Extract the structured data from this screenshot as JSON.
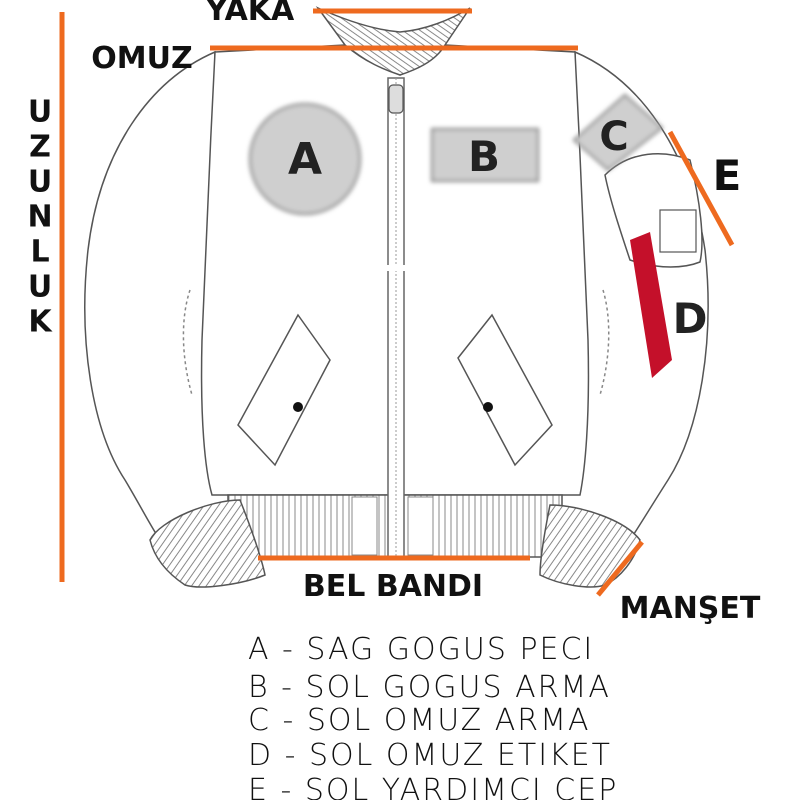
{
  "labels": {
    "collar": "YAKA",
    "shoulder": "OMUZ",
    "length": "UZUNLUK",
    "waistband": "BEL BANDI",
    "cuff": "MANŞET",
    "side_pocket": "E"
  },
  "patches": {
    "a": "A",
    "b": "B",
    "c": "C",
    "d": "D"
  },
  "legend": [
    "A  -  SAG  GOGUS  PECI",
    "B  -  SOL  GOGUS  ARMA",
    "C  -  SOL  OMUZ  ARMA",
    "D  -  SOL  OMUZ  ETIKET",
    "E  -  SOL  YARDIMCI  CEP"
  ],
  "colors": {
    "measure_line": "#ee6a1f",
    "tag": "#c4102a",
    "patch_fill": "#cfcfcf",
    "outline": "#555555"
  }
}
